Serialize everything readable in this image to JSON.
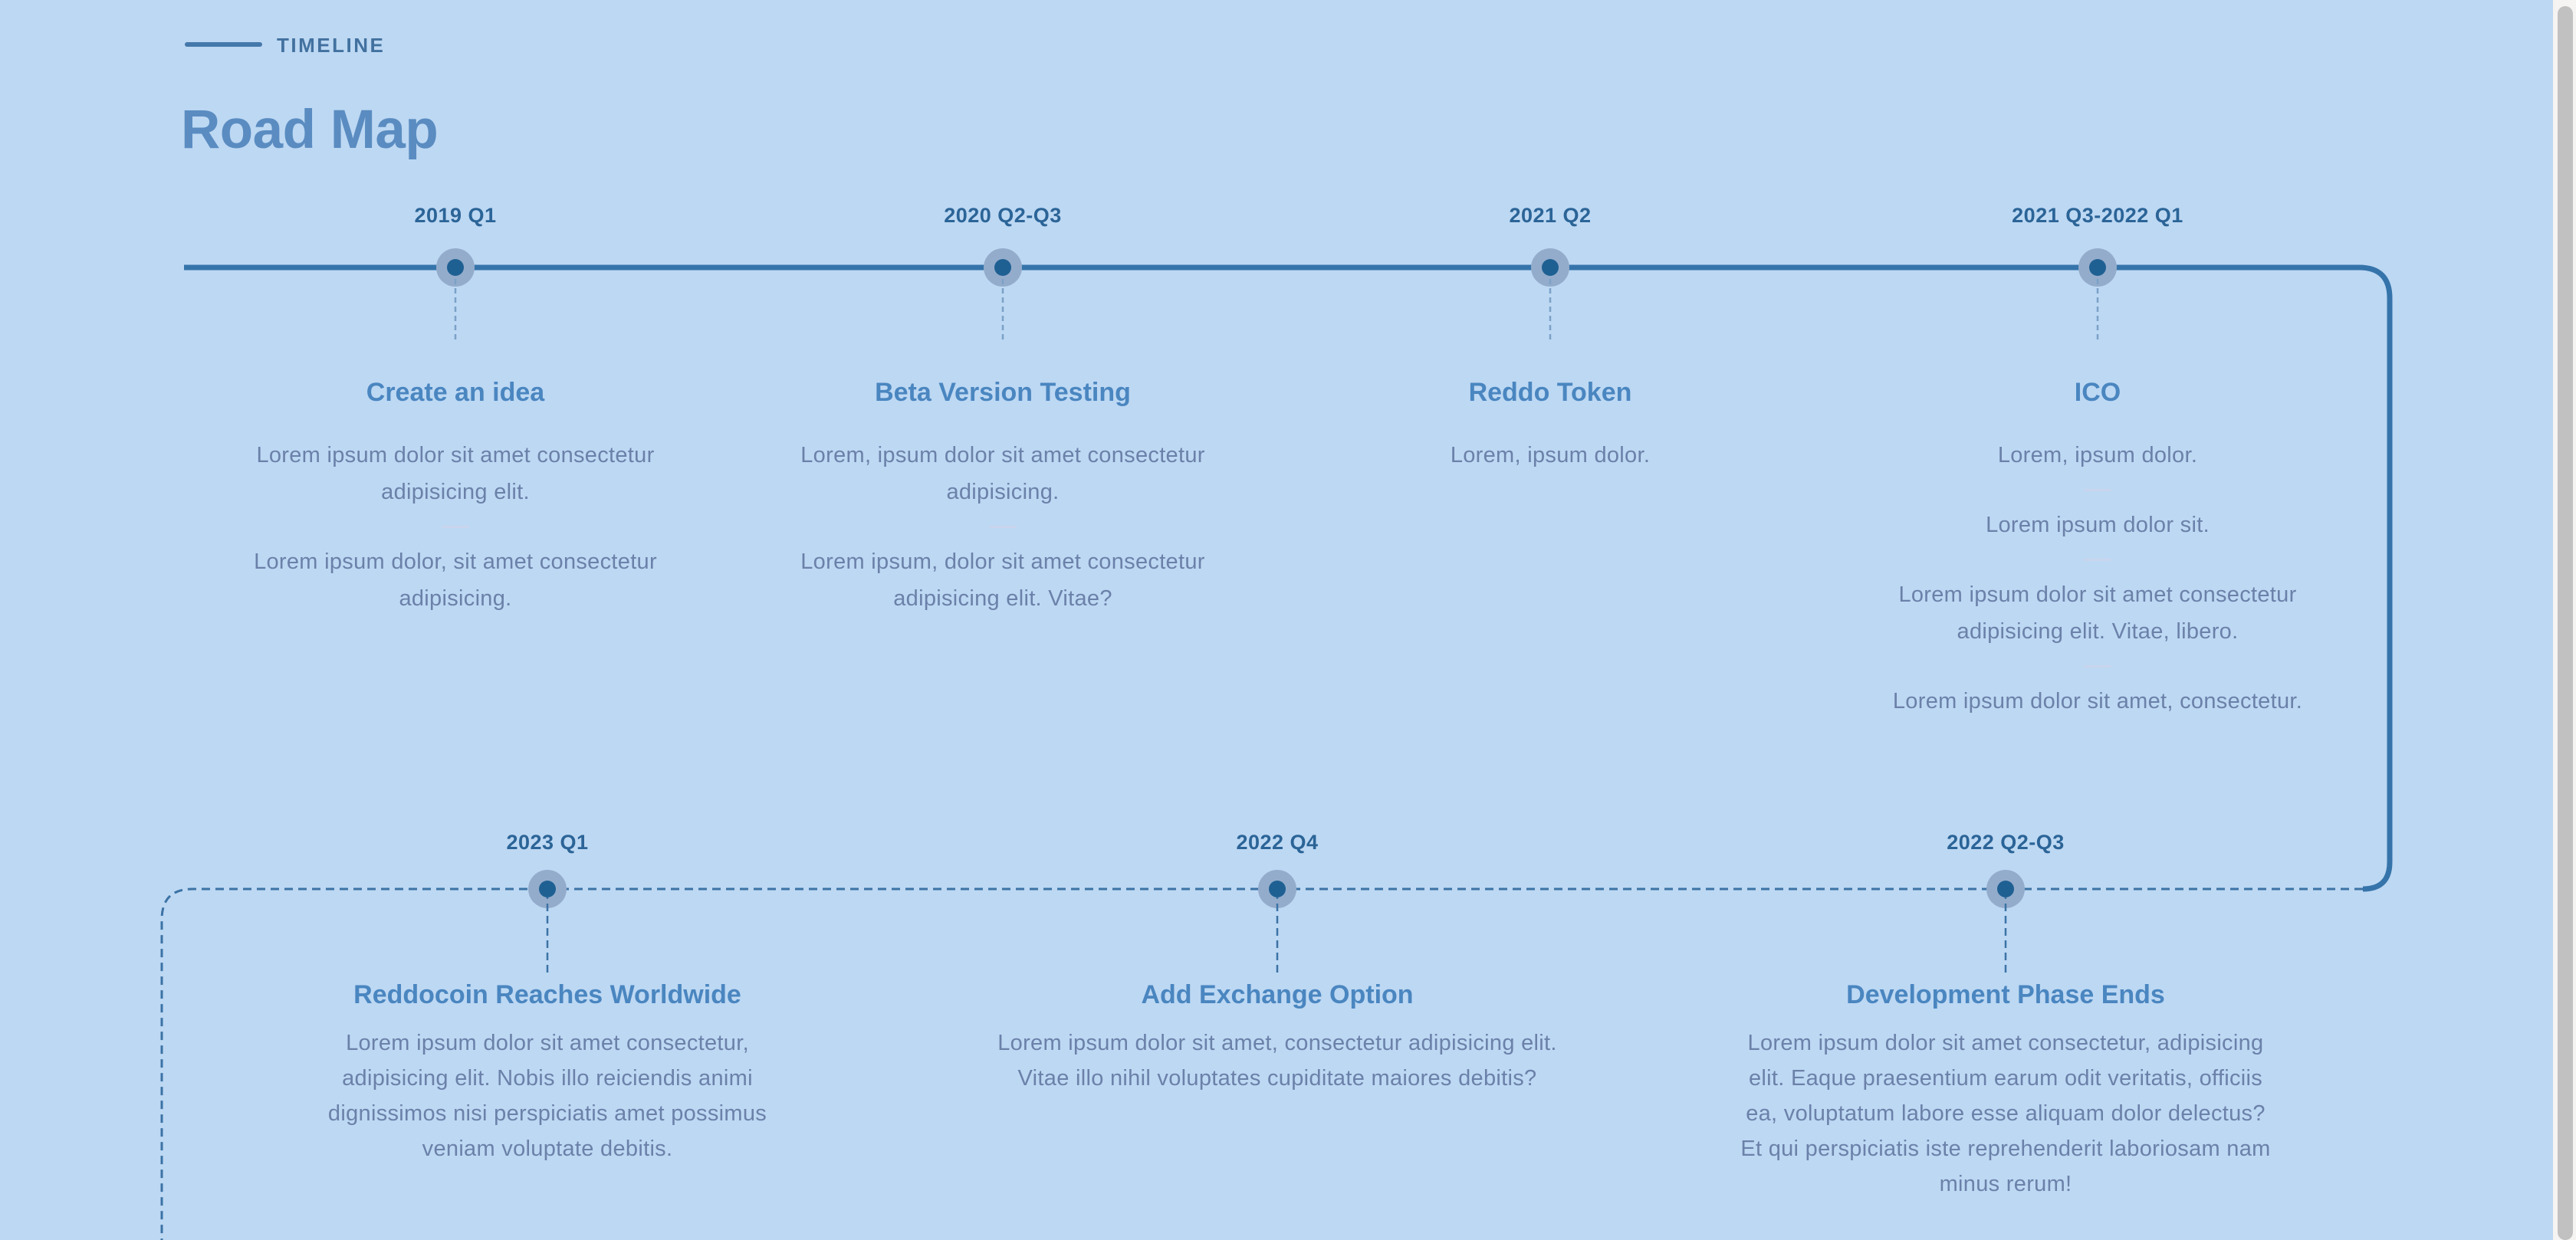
{
  "header": {
    "eyebrow": "TIMELINE",
    "title": "Road Map"
  },
  "timeline": {
    "top_milestones": [
      {
        "date": "2019 Q1",
        "title": "Create an idea",
        "paragraphs": [
          "Lorem ipsum dolor sit amet consectetur adipisicing elit.",
          "Lorem ipsum dolor, sit amet consectetur adipisicing."
        ]
      },
      {
        "date": "2020 Q2-Q3",
        "title": "Beta Version Testing",
        "paragraphs": [
          "Lorem, ipsum dolor sit amet consectetur adipisicing.",
          "Lorem ipsum, dolor sit amet consectetur adipisicing elit. Vitae?"
        ]
      },
      {
        "date": "2021 Q2",
        "title": "Reddo Token",
        "paragraphs": [
          "Lorem, ipsum dolor."
        ]
      },
      {
        "date": "2021 Q3-2022 Q1",
        "title": "ICO",
        "paragraphs": [
          "Lorem, ipsum dolor.",
          "Lorem ipsum dolor sit.",
          "Lorem ipsum dolor sit amet consectetur adipisicing elit. Vitae, libero.",
          "Lorem ipsum dolor sit amet, consectetur."
        ]
      }
    ],
    "bottom_milestones": [
      {
        "date": "2023 Q1",
        "title": "Reddocoin Reaches Worldwide",
        "paragraphs": [
          "Lorem ipsum dolor sit amet consectetur, adipisicing elit. Nobis illo reiciendis animi dignissimos nisi perspiciatis amet possimus veniam voluptate debitis."
        ]
      },
      {
        "date": "2022 Q4",
        "title": "Add Exchange Option",
        "paragraphs": [
          "Lorem ipsum dolor sit amet, consectetur adipisicing elit. Vitae illo nihil voluptates cupiditate maiores debitis?"
        ]
      },
      {
        "date": "2022 Q2-Q3",
        "title": "Development Phase Ends",
        "paragraphs": [
          "Lorem ipsum dolor sit amet consectetur, adipisicing elit. Eaque praesentium earum odit veritatis, officiis ea, voluptatum labore esse aliquam dolor delectus? Et qui perspiciatis iste reprehenderit laboriosam nam minus rerum!"
        ]
      }
    ]
  },
  "colors": {
    "background": "#bdd8f3",
    "solid_track": "#3574aa",
    "dashed_track": "#3c73a5",
    "date_label": "#2b6497",
    "milestone_title": "#4a86c0",
    "body_text": "#6b81a9",
    "divider": "#c9d5ed",
    "dot_halo": "#94accb",
    "dot_core": "#1f6093",
    "headline": "#5a8cc1",
    "eyebrow": "#42719f",
    "scrollbar_track": "#f6f4f2",
    "scrollbar_thumb": "#c2c1c1"
  }
}
